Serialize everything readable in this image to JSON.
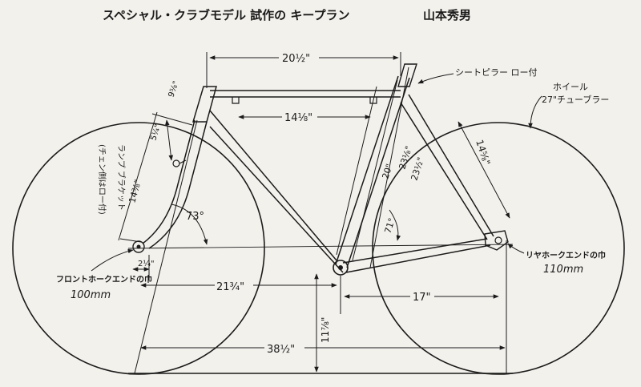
{
  "title": "スペシャル・クラブモデル 試作の キープラン",
  "author": "山本秀男",
  "labels": {
    "seat_pillar": "シートピラー ロー付",
    "wheel_line1": "ホイール",
    "wheel_line2": "27\"チューブラー",
    "lamp_line1": "ランプ ブラケット",
    "lamp_line2": "(チェン側はロー付)",
    "front_end_line1": "フロントホークエンドの巾",
    "front_end_line2": "100mm",
    "rear_end_line1": "リヤホークエンドの巾",
    "rear_end_line2": "110mm"
  },
  "dimensions": {
    "top_tube_ctc": "20½\"",
    "top_tube_inner": "14⅛\"",
    "head_tube": "9⅝\"",
    "lamp_bracket": "5¼\"",
    "fork_length": "14⅜\"",
    "head_angle": "73°",
    "fork_offset": "2¼\"",
    "front_center": "21¾\"",
    "seat_tube_a": "20\"",
    "seat_tube_b": "23⅛\"",
    "seat_tube_c": "23½\"",
    "seat_stay": "14⅝\"",
    "seat_angle": "71°",
    "chain_stay": "17\"",
    "bb_height": "11⅞\"",
    "wheelbase": "38½\""
  }
}
